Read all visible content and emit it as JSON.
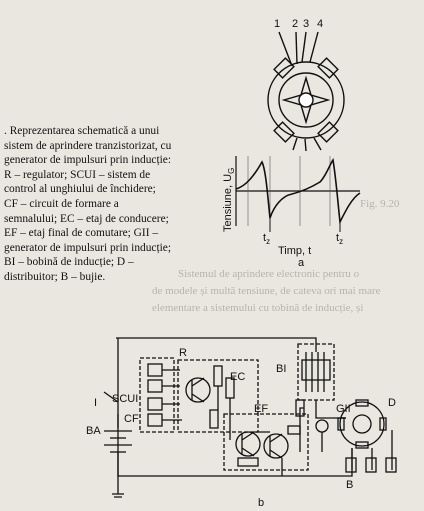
{
  "caption": {
    "text": ". Reprezentarea schematică a unui sistem de aprindere tranzistorizat, cu generator de impulsuri prin inducție: R – regulator; SCUI – sistem de control al unghiului de închidere; CF – circuit de formare a semnalului; EC – etaj de conducere; EF – etaj final de comutare; GII – generator de impulsuri prin inducție; BI – bobină de inducție; D – distribuitor; B – bujie."
  },
  "figure_a": {
    "terminals": [
      "1",
      "2",
      "3",
      "4"
    ],
    "ylabel": "Tensiune, U",
    "ylabel_sub": "G",
    "xlabel": "Timp, t",
    "tz_left": "t",
    "tz_right": "t",
    "tz_sub": "z",
    "panel_label": "a"
  },
  "figure_b": {
    "labels": {
      "R": "R",
      "I": "I",
      "SCUI": "SCUI",
      "CF": "CF",
      "BA": "BA",
      "EC": "EC",
      "EF": "EF",
      "BI": "BI",
      "GII": "GII",
      "D": "D",
      "B": "B"
    },
    "panel_label": "b"
  },
  "background_text": {
    "fig_ref": "Fig. 9.20",
    "line1": "Sistemul de aprindere electronic pentru o",
    "line2": "de modele și multă tensiune, de cateva ori mai mare",
    "line3": "elementare a sistemului cu tobină de inducție, și"
  }
}
